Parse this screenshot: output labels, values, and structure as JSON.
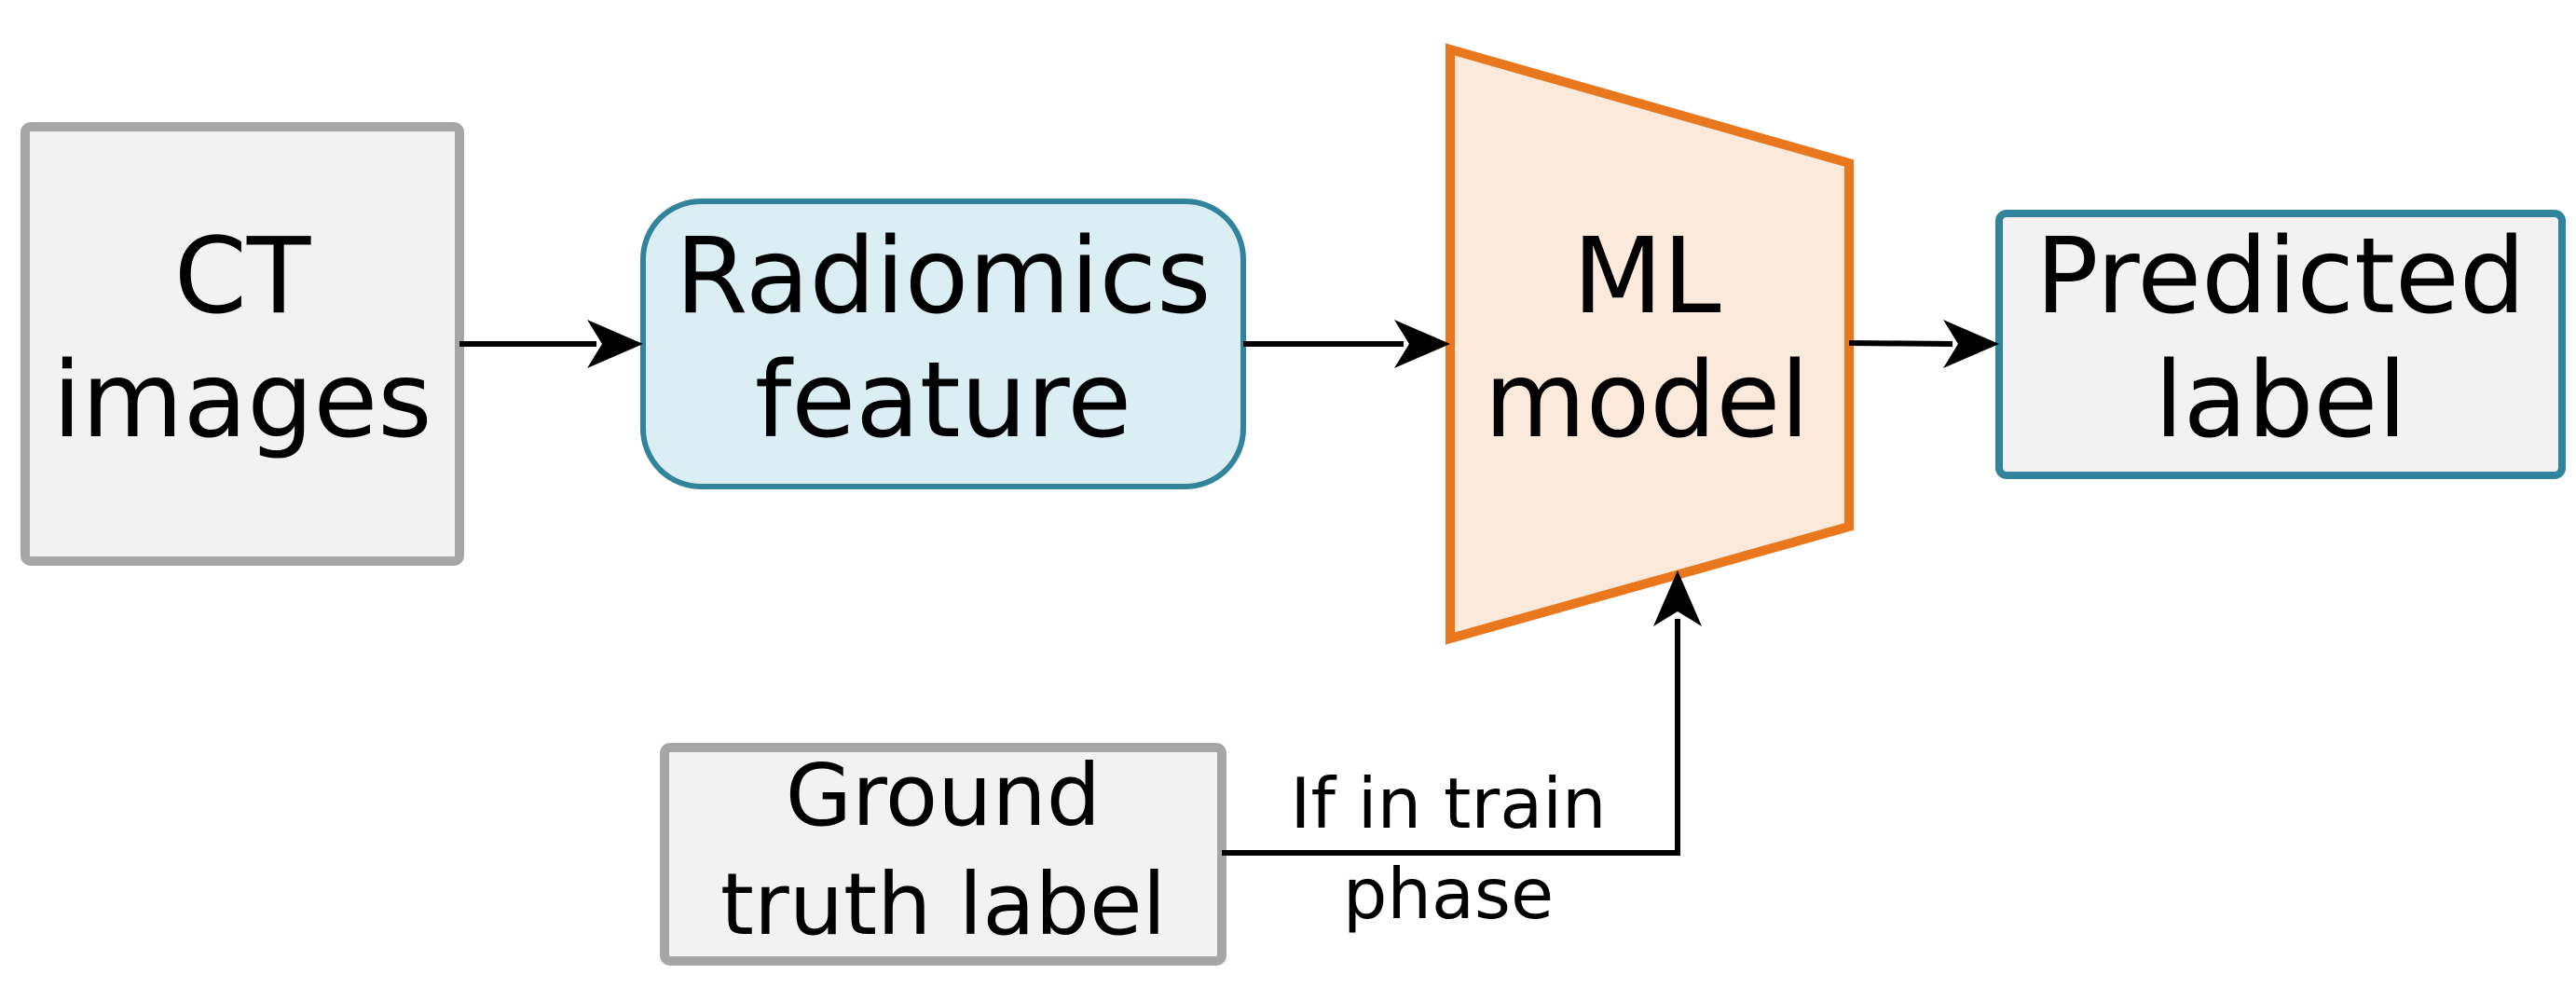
{
  "diagram": {
    "nodes": {
      "ct_images": {
        "lines": [
          "CT",
          "images"
        ],
        "fill": "#f2f2f2",
        "stroke": "#a6a6a6"
      },
      "radiomics": {
        "lines": [
          "Radiomics",
          "feature"
        ],
        "fill": "#dbeef3",
        "stroke": "#31849b"
      },
      "ml_model": {
        "lines": [
          "ML",
          "model"
        ],
        "fill": "#fbe9dc",
        "stroke": "#e8771d"
      },
      "predicted": {
        "lines": [
          "Predicted",
          "label"
        ],
        "fill": "#f2f2f2",
        "stroke": "#31849b"
      },
      "ground_truth": {
        "lines": [
          "Ground",
          "truth label"
        ],
        "fill": "#f2f2f2",
        "stroke": "#a6a6a6"
      }
    },
    "edges": [
      {
        "from": "CT images",
        "to": "Radiomics feature"
      },
      {
        "from": "Radiomics feature",
        "to": "ML model"
      },
      {
        "from": "ML model",
        "to": "Predicted label"
      },
      {
        "from": "Ground truth label",
        "to": "ML model",
        "label_lines": [
          "If in train",
          "phase"
        ]
      }
    ]
  }
}
